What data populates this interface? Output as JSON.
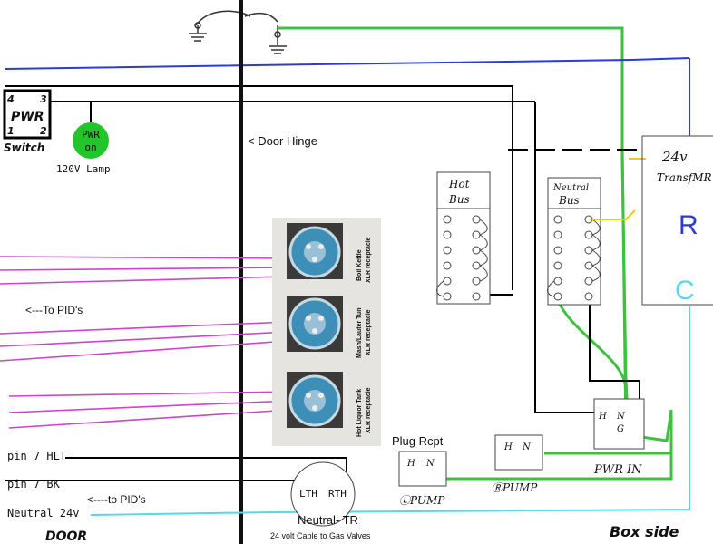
{
  "labels": {
    "pwr": "PWR",
    "switch_num_4": "4",
    "switch_num_3": "3",
    "switch_num_1": "1",
    "switch_num_2": "2",
    "switch": "Switch",
    "lamp_top": "PWR",
    "lamp_bottom": "on",
    "lamp_caption": "120V Lamp",
    "door_hinge": "< Door Hinge",
    "to_pids_top": "<---To PID's",
    "to_pids_bottom": "<----to PID's",
    "hot_bus_1": "Hot",
    "hot_bus_2": "Bus",
    "neutral_bus_1": "Neutral",
    "neutral_bus_2": "Bus",
    "transformer_1": "24v",
    "transformer_2": "TransfMR",
    "r_terminal": "R",
    "c_terminal": "C",
    "plug_rcpt": "Plug Rcpt",
    "l_pump": "ⓁPUMP",
    "r_pump": "ⓇPUMP",
    "pwr_in": "PWR IN",
    "outlet_h": "H",
    "outlet_n": "N",
    "outlet_g": "G",
    "pin7_hlt": "pin 7 HLT",
    "pin7_bk": "pin 7 BK",
    "neutral_24v": "Neutral 24v",
    "lth": "LTH",
    "rth": "RTH",
    "neutral_tr": "Neutral- TR",
    "gas_cable": "24 volt Cable to Gas Valves",
    "door": "DOOR",
    "box_side": "Box side",
    "xlr_1_title": "Boil Kettle",
    "xlr_1_sub": "XLR receptacle",
    "xlr_2_title": "Mash/Lauter Tun",
    "xlr_2_sub": "XLR receptacle",
    "xlr_3_title": "Hot Liquor Tank",
    "xlr_3_sub": "XLR receptacle"
  },
  "colors": {
    "hot": "#000000",
    "neutral": "#2d3bd6",
    "ground": "#3ec23e",
    "pid_signal": "#cc44cc",
    "low_volt": "#56d8e8",
    "transformer_lead": "#f2c81e",
    "lamp": "#22c52a"
  }
}
